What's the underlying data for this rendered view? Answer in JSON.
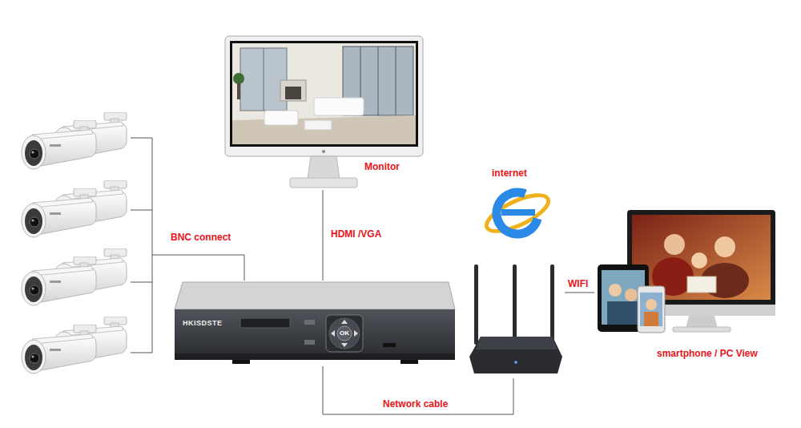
{
  "diagram": {
    "nodes": [
      {
        "text": [
          "Monitor"
        ]
      },
      {
        "text": [
          "HKISDSTE"
        ]
      },
      {
        "text": [
          "internet"
        ]
      },
      {
        "text": [
          "smartphone / PC View"
        ]
      }
    ],
    "edges": [
      {
        "from": 0,
        "to": 1,
        "arrow": "none",
        "label": "HDMI /VGA"
      },
      {
        "from": 1,
        "to": 2,
        "arrow": "none",
        "label": "Network cable"
      },
      {
        "from": 2,
        "to": 3,
        "arrow": "none",
        "label": "WIFI"
      }
    ],
    "labels": [
      "BNC connect",
      "OK"
    ]
  }
}
